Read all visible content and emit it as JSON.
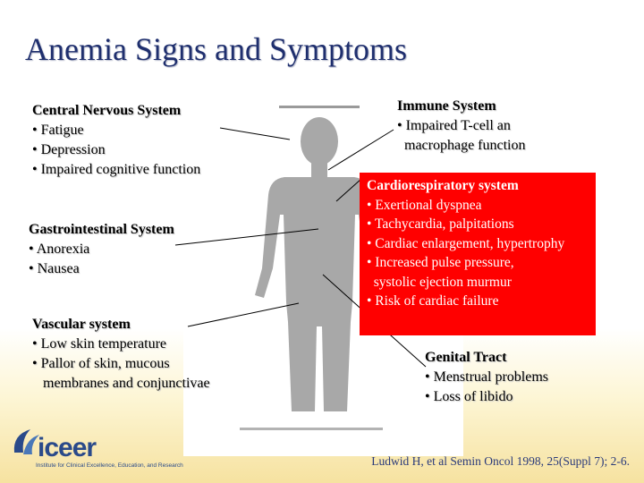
{
  "slide": {
    "title": "Anemia Signs and Symptoms",
    "cns": {
      "heading": "Central Nervous System",
      "items": [
        "• Fatigue",
        "• Depression",
        "• Impaired cognitive function"
      ]
    },
    "gi": {
      "heading": "Gastrointestinal System",
      "items": [
        "• Anorexia",
        "• Nausea"
      ]
    },
    "vascular": {
      "heading": "Vascular system",
      "items": [
        "• Low skin temperature",
        "• Pallor of skin, mucous",
        "   membranes and conjunctivae"
      ]
    },
    "immune": {
      "heading": "Immune System",
      "items": [
        "• Impaired T-cell an",
        "  macrophage function"
      ]
    },
    "cardio": {
      "heading": "Cardiorespiratory system",
      "items": [
        "• Exertional dyspnea",
        "• Tachycardia, palpitations",
        "• Cardiac enlargement, hypertrophy",
        "• Increased pulse pressure,",
        "  systolic ejection murmur",
        "• Risk of cardiac failure"
      ]
    },
    "genital": {
      "heading": "Genital Tract",
      "items": [
        "• Menstrual problems",
        "• Loss of libido"
      ]
    },
    "citation": "Ludwid H, et al Semin Oncol 1998, 25(Suppl 7); 2-6.",
    "logo": {
      "name": "iceer",
      "tagline": "Institute for Clinical Excellence, Education, and Research"
    }
  },
  "colors": {
    "title": "#1f2f6e",
    "cardio_box": "#ff0000",
    "body_figure": "#a8a8a8",
    "logo": "#2a4a8a"
  },
  "icons": {
    "figure": "human-body-silhouette-icon",
    "logo": "iceer-logo-icon"
  }
}
